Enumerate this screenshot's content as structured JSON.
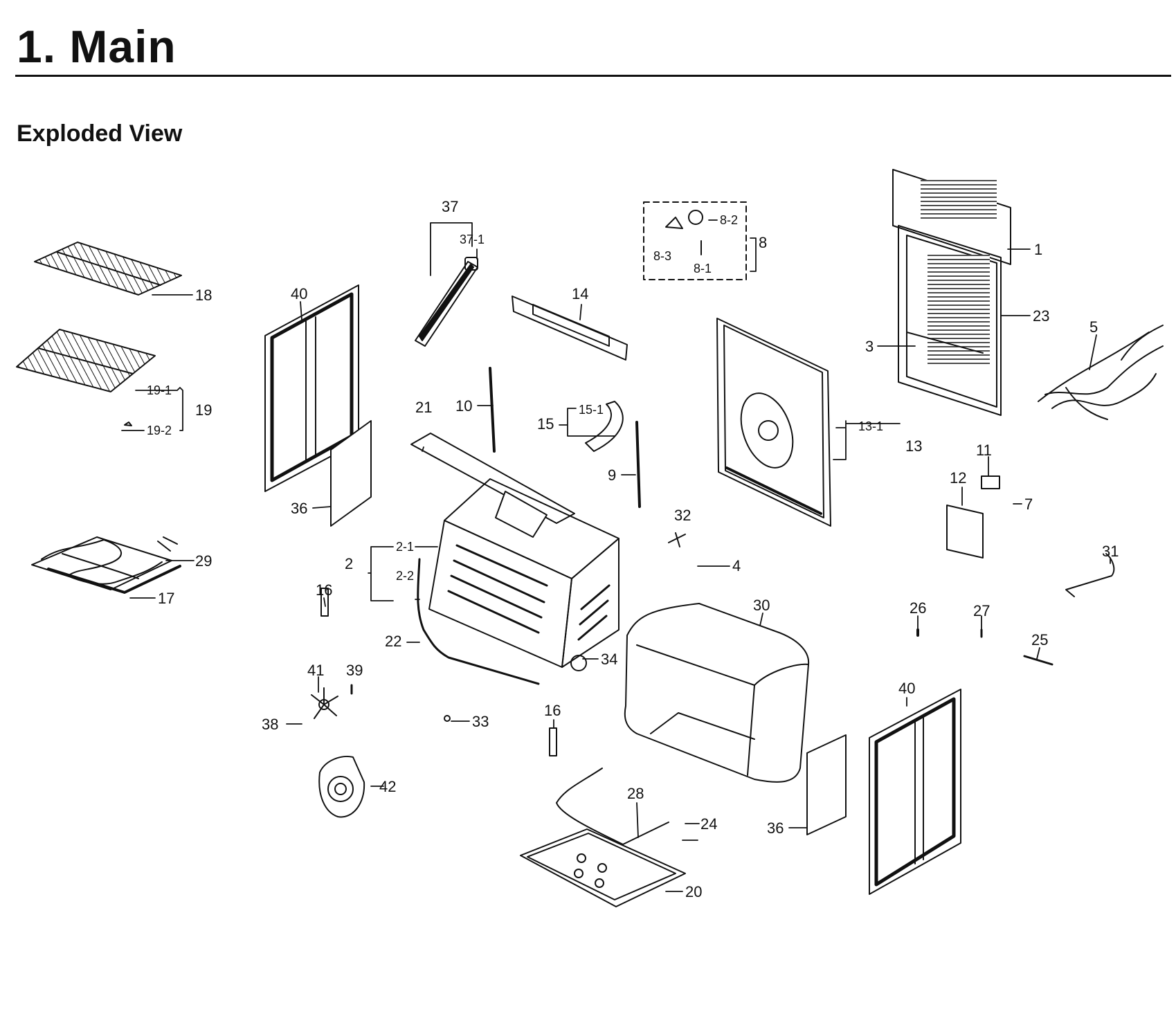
{
  "page_title": "1.  Main",
  "section_title": "Exploded View",
  "callouts": {
    "c1": "1",
    "c2": "2",
    "c2_1": "2-1",
    "c2_2": "2-2",
    "c3": "3",
    "c4": "4",
    "c5": "5",
    "c7": "7",
    "c8": "8",
    "c8_1": "8-1",
    "c8_2": "8-2",
    "c8_3": "8-3",
    "c9": "9",
    "c10": "10",
    "c11": "11",
    "c12": "12",
    "c13": "13",
    "c13_1": "13-1",
    "c14": "14",
    "c15": "15",
    "c15_1": "15-1",
    "c16": "16",
    "c17": "17",
    "c18": "18",
    "c19": "19",
    "c19_1": "19-1",
    "c19_2": "19-2",
    "c20": "20",
    "c21": "21",
    "c22": "22",
    "c23": "23",
    "c24": "24",
    "c25": "25",
    "c26": "26",
    "c27": "27",
    "c28": "28",
    "c29": "29",
    "c30": "30",
    "c31": "31",
    "c32": "32",
    "c33": "33",
    "c34": "34",
    "c36": "36",
    "c37": "37",
    "c37_1": "37-1",
    "c38": "38",
    "c39": "39",
    "c40": "40",
    "c41": "41",
    "c42": "42"
  }
}
